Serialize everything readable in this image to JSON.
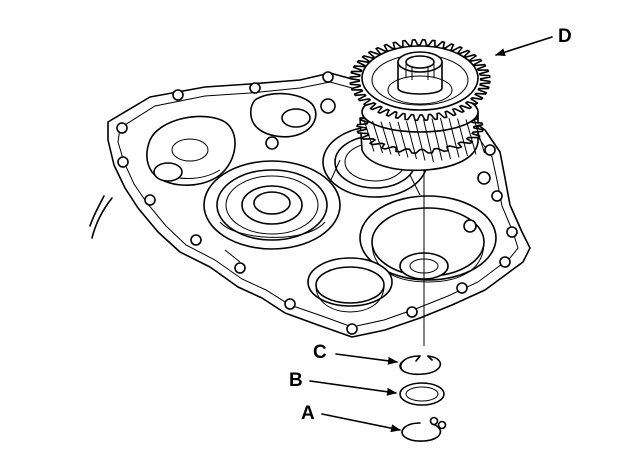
{
  "figure": {
    "callouts": [
      {
        "id": "D",
        "label": "D",
        "part": "gear"
      },
      {
        "id": "C",
        "label": "C",
        "part": "snap-ring-upper"
      },
      {
        "id": "B",
        "label": "B",
        "part": "shim"
      },
      {
        "id": "A",
        "label": "A",
        "part": "snap-ring-lower"
      }
    ]
  }
}
